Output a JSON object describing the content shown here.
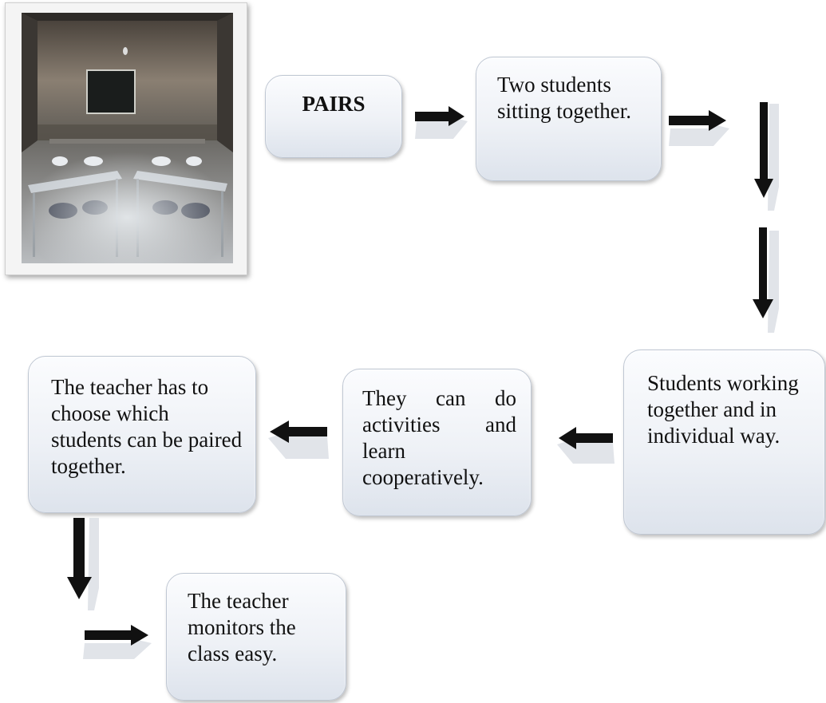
{
  "photo": {
    "description_icon": "classroom-photo"
  },
  "nodes": {
    "pairs": "PAIRS",
    "two_students": "Two students sitting together.",
    "students_working": "Students working together and in individual way.",
    "activities": "They can do activities and learn cooperatively.",
    "teacher_choose": "The teacher has to choose which students can be paired together.",
    "teacher_monitors": "The teacher monitors the class easy."
  },
  "colors": {
    "arrow": "#111111",
    "box_border": "#bfc7d3",
    "box_fill": "#eef1f6"
  }
}
